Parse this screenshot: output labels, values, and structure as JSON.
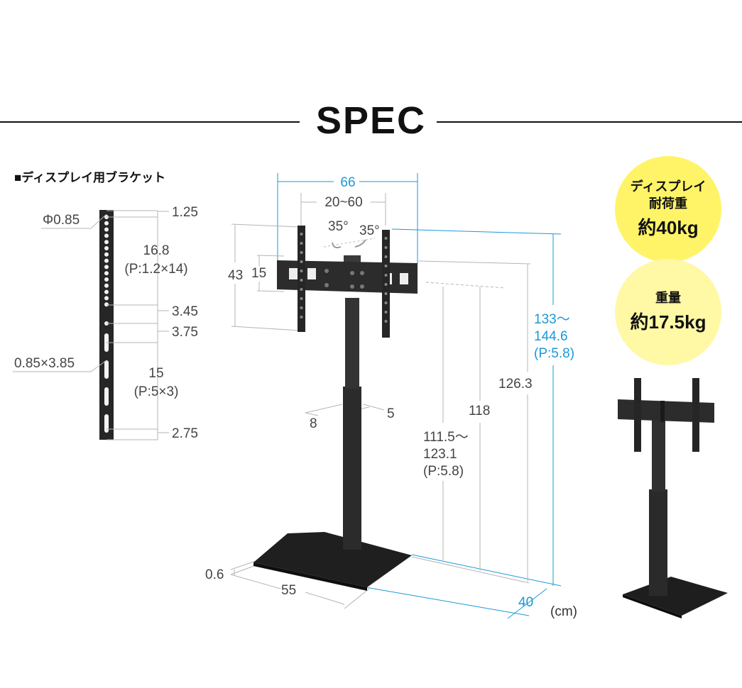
{
  "header": {
    "title": "SPEC"
  },
  "bracket": {
    "heading": "■ディスプレイ用ブラケット",
    "labels": {
      "hole_diameter": "Φ0.85",
      "slot_size": "0.85×3.85",
      "d_top": "1.25",
      "d_pitch1": "16.8",
      "d_pitch1_note": "(P:1.2×14)",
      "d_345": "3.45",
      "d_375": "3.75",
      "d_pitch2": "15",
      "d_pitch2_note": "(P:5×3)",
      "d_bottom": "2.75"
    }
  },
  "stand": {
    "labels": {
      "width": "66",
      "arm_range": "20~60",
      "tilt_left": "35°",
      "tilt_right": "35°",
      "height_43": "43",
      "height_15": "15",
      "total_height": [
        "133～",
        "144.6",
        "(P:5.8)"
      ],
      "h_1263": "126.3",
      "h_118": "118",
      "h_center": [
        "111.5～",
        "123.1",
        "(P:5.8)"
      ],
      "pole_8": "8",
      "pole_5": "5",
      "base_thickness": "0.6",
      "base_width": "55",
      "base_depth": "40"
    },
    "unit": "(cm)"
  },
  "badges": [
    {
      "lines": [
        "ディスプレイ",
        "耐荷重"
      ],
      "value": "約40kg"
    },
    {
      "lines": [
        "重量"
      ],
      "value": "約17.5kg"
    }
  ],
  "colors": {
    "accent_blue": "#1a9ad6",
    "badge_yellow": "#fff467",
    "badge_light": "#fff8a5",
    "product": "#262626"
  }
}
